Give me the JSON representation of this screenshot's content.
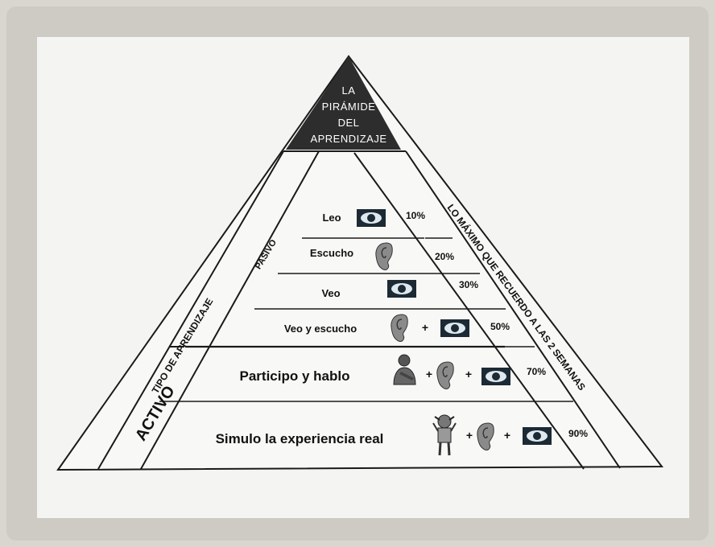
{
  "title_lines": [
    "LA",
    "PIRÁMIDE",
    "DEL",
    "APRENDIZAJE"
  ],
  "left_label": "TIPO DE APRENDIZAJE",
  "pasivo_label": "PASIVO",
  "activo_label": "ACTIVO",
  "right_label": "LO MÁXIMO QUE RECUERDO A LAS 2 SEMANAS",
  "levels": [
    {
      "label": "Leo",
      "percent": "10%",
      "icons": [
        "eye-icon"
      ]
    },
    {
      "label": "Escucho",
      "percent": "20%",
      "icons": [
        "ear-icon"
      ]
    },
    {
      "label": "Veo",
      "percent": "30%",
      "icons": [
        "eye-icon"
      ]
    },
    {
      "label": "Veo y escucho",
      "percent": "50%",
      "icons": [
        "ear-icon",
        "eye-icon"
      ]
    },
    {
      "label": "Participo  y hablo",
      "percent": "70%",
      "icons": [
        "person-icon",
        "ear-icon",
        "eye-icon"
      ]
    },
    {
      "label": "Simulo la experiencia  real",
      "percent": "90%",
      "icons": [
        "child-icon",
        "ear-icon",
        "eye-icon"
      ]
    }
  ],
  "plus_sign": "+",
  "colors": {
    "apex": "#2d2d2d",
    "line": "#1a1a1a",
    "paper": "#f4f4f2",
    "frame": "#cdcbc3"
  }
}
